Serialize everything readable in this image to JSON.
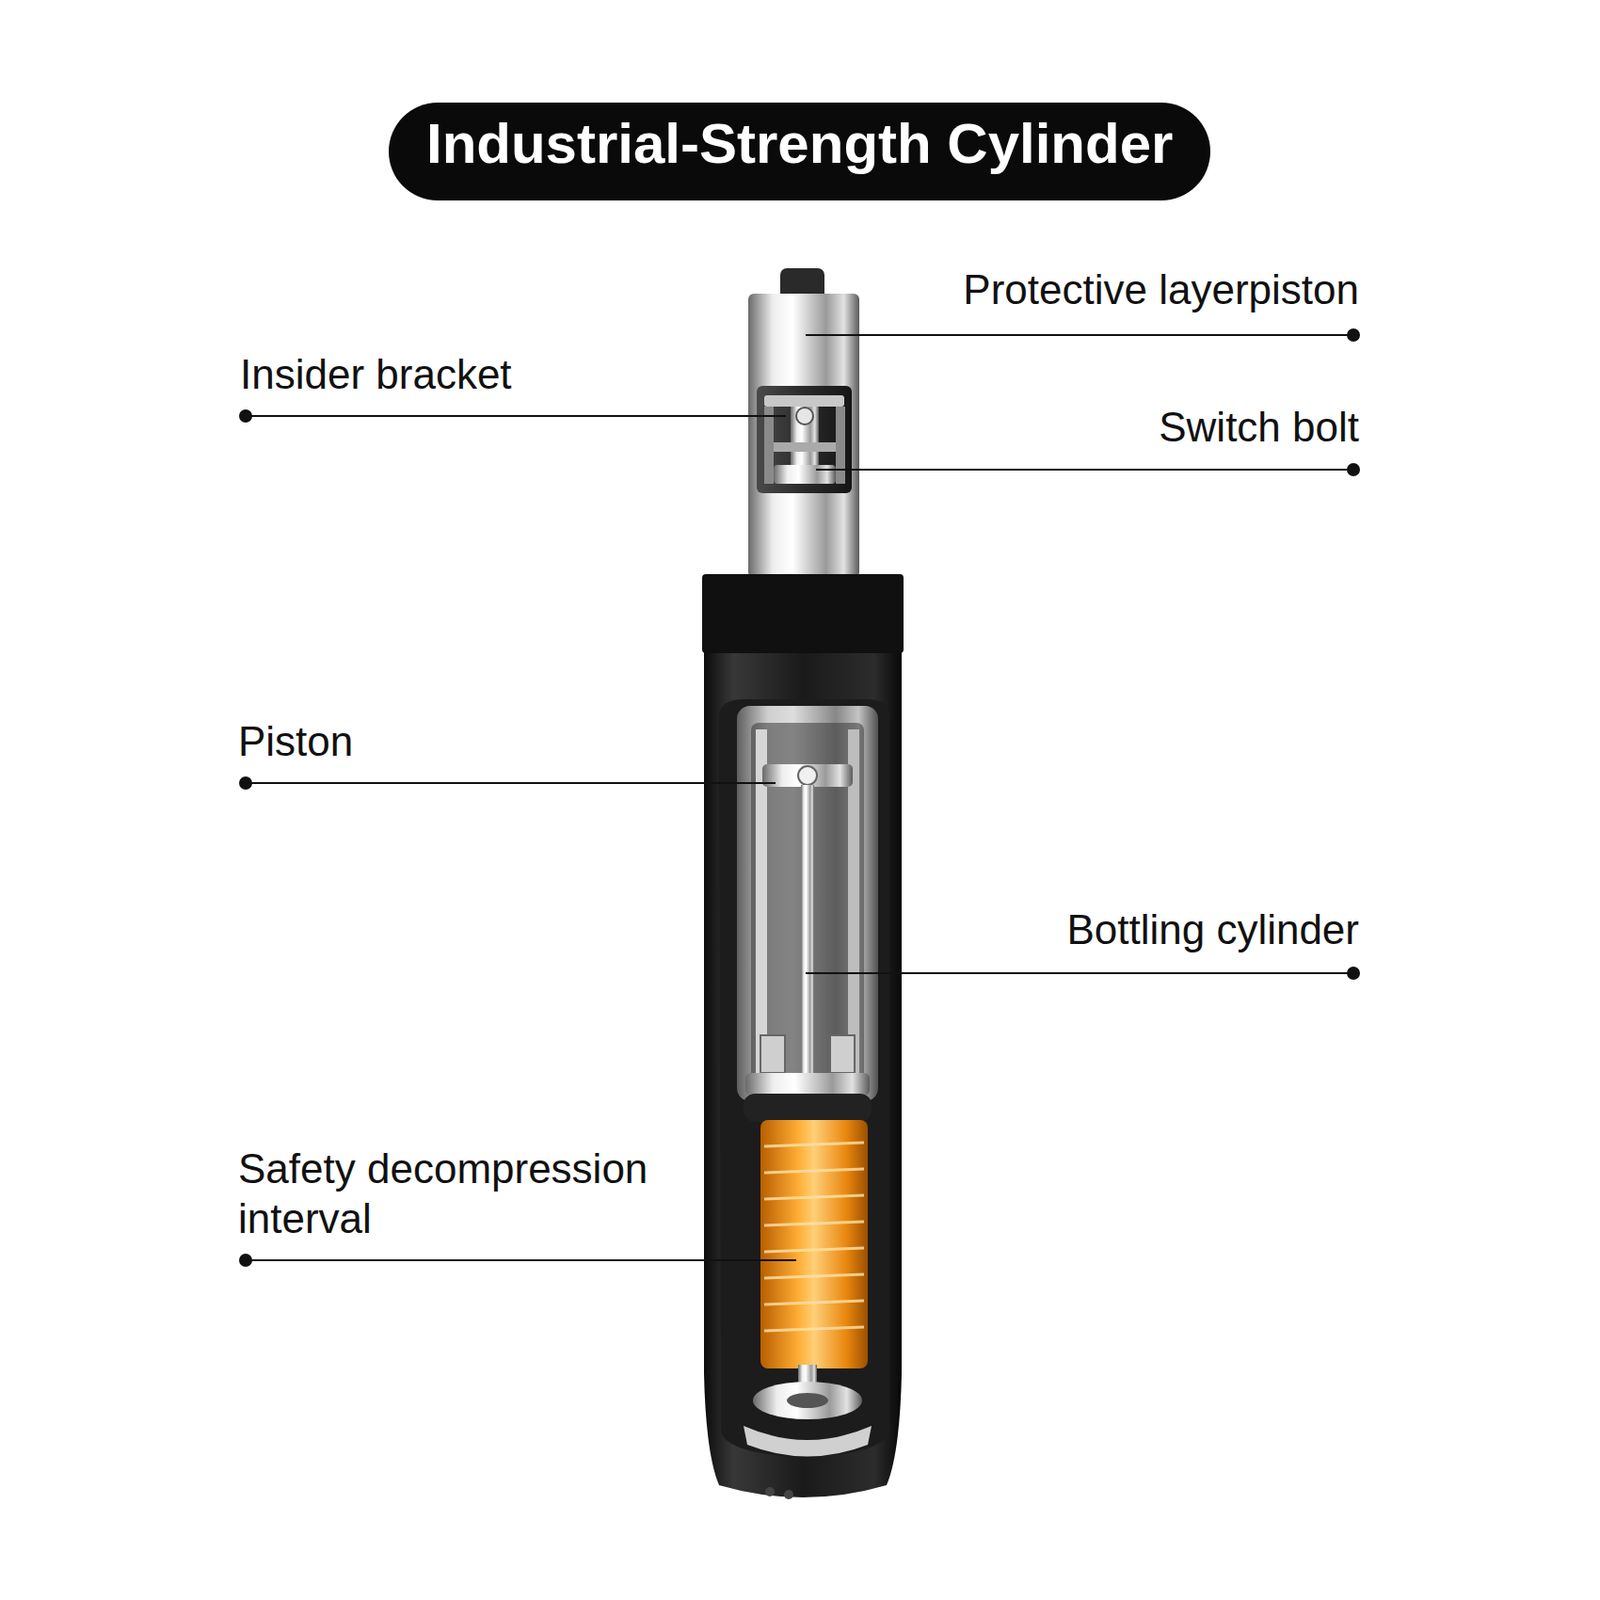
{
  "diagram": {
    "title": "Industrial-Strength Cylinder",
    "labels": [
      "Protective layerpiston",
      "Insider bracket",
      "Switch bolt",
      "Piston",
      "Bottling cylinder",
      "Safety decompression interval"
    ]
  }
}
